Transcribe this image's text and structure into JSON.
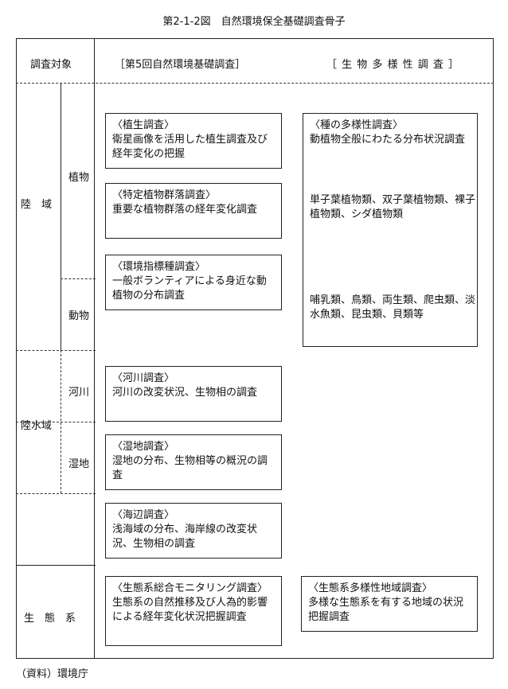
{
  "title": "第2-1-2図　自然環境保全基礎調査骨子",
  "headers": {
    "target": "調査対象",
    "survey5": "［第5回自然環境基礎調査］",
    "biodiversity": "［ 生 物 多 様 性 調 査 ］"
  },
  "categories": {
    "land": "陸　域",
    "plants": "植物",
    "animals": "動物",
    "inland_water": "陸水域",
    "river": "河川",
    "wetland": "湿地",
    "ecosystem": "生　態　系"
  },
  "boxes": {
    "vegetation": {
      "title": "〈植生調査〉",
      "body": "衛星画像を活用した植生調査及び経年変化の把握"
    },
    "plant_community": {
      "title": "〈特定植物群落調査〉",
      "body": "重要な植物群落の経年変化調査"
    },
    "indicator": {
      "title": "〈環境指標種調査〉",
      "body": "一般ボランティアによる身近な動植物の分布調査"
    },
    "river": {
      "title": "〈河川調査〉",
      "body": "河川の改変状況、生物相の調査"
    },
    "wetland": {
      "title": "〈湿地調査〉",
      "body": "湿地の分布、生物相等の概況の調査"
    },
    "coast": {
      "title": "〈海辺調査〉",
      "body": "浅海域の分布、海岸線の改変状況、生物相の調査"
    },
    "ecosystem_monitoring": {
      "title": "〈生態系総合モニタリング調査〉",
      "body": "生態系の自然推移及び人為的影響による経年変化状況把握調査"
    },
    "species_diversity": {
      "title": "〈種の多様性調査〉",
      "body": "動植物全般にわたる分布状況調査",
      "plants_list": "単子葉植物類、双子葉植物類、裸子植物類、シダ植物類",
      "animals_list": "哺乳類、鳥類、両生類、爬虫類、淡水魚類、昆虫類、貝類等"
    },
    "ecosystem_diversity": {
      "title": "〈生態系多様性地域調査〉",
      "body": "多様な生態系を有する地域の状況把握調査"
    }
  },
  "source": "（資料）環境庁"
}
